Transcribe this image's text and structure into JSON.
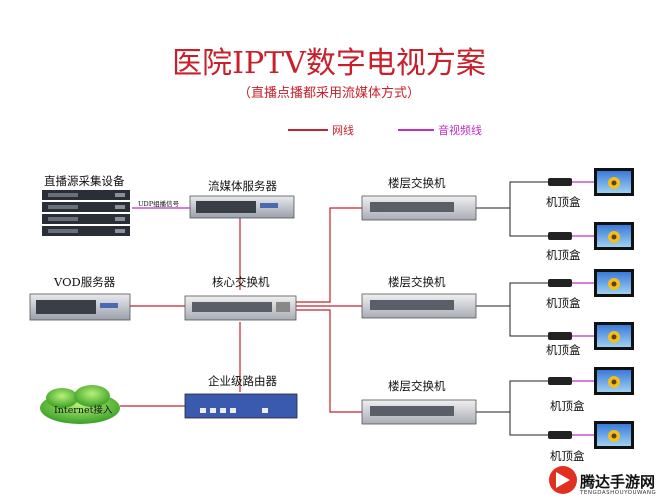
{
  "title": "医院IPTV数字电视方案",
  "subtitle": "（直播点播都采用流媒体方式）",
  "legend": {
    "network": {
      "label": "网线",
      "color": "#c8202a"
    },
    "av": {
      "label": "音视频线",
      "color": "#c030c0"
    }
  },
  "nodes": {
    "live_source": "直播源采集设备",
    "udp_signal": "UDP组播信号",
    "streaming_server": "流媒体服务器",
    "vod_server": "VOD服务器",
    "core_switch": "核心交换机",
    "router": "企业级路由器",
    "internet": "Internet接入",
    "floor_switch_1": "楼层交换机",
    "floor_switch_2": "楼层交换机",
    "floor_switch_3": "楼层交换机",
    "stb": [
      "机顶盒",
      "机顶盒",
      "机顶盒",
      "机顶盒",
      "机顶盒",
      "机顶盒"
    ]
  },
  "brand": {
    "name": "腾达手游网",
    "sub": "TENGDASHOUYOUWANG"
  }
}
